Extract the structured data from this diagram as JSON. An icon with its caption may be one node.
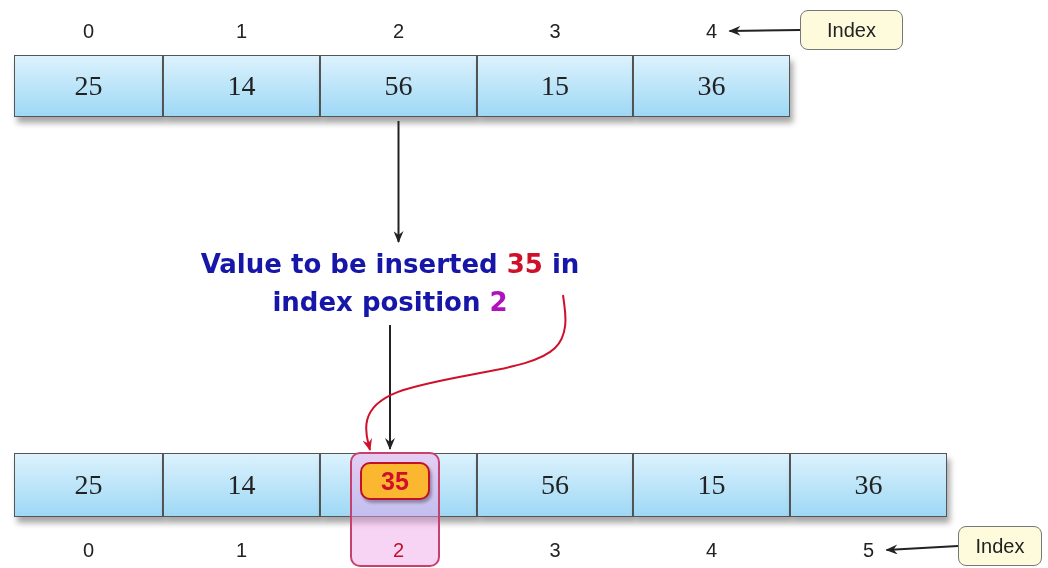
{
  "diagram": {
    "nodes": [
      {
        "text": [
          "0"
        ]
      },
      {
        "text": [
          "1"
        ]
      },
      {
        "text": [
          "2"
        ]
      },
      {
        "text": [
          "3"
        ]
      },
      {
        "text": [
          "4"
        ]
      },
      {
        "text": [
          "Index"
        ]
      },
      {
        "text": [
          "25"
        ]
      },
      {
        "text": [
          "14"
        ]
      },
      {
        "text": [
          "56"
        ]
      },
      {
        "text": [
          "15"
        ]
      },
      {
        "text": [
          "36"
        ]
      },
      {
        "text": [
          "Value to be inserted **35** in index position **2**"
        ]
      },
      {
        "text": [
          "25"
        ]
      },
      {
        "text": [
          "14"
        ]
      },
      {
        "text": [],
        "shape": "box"
      },
      {
        "text": [
          "56"
        ]
      },
      {
        "text": [
          "15"
        ]
      },
      {
        "text": [
          "36"
        ]
      },
      {
        "text": [],
        "shape": "box"
      },
      {
        "text": [
          "35"
        ]
      },
      {
        "text": [
          "0"
        ]
      },
      {
        "text": [
          "1"
        ]
      },
      {
        "text": [
          "2"
        ],
        "in": 18
      },
      {
        "text": [
          "3"
        ]
      },
      {
        "text": [
          "4"
        ]
      },
      {
        "text": [
          "5"
        ]
      },
      {
        "text": [
          "Index"
        ]
      }
    ],
    "edges": [
      {
        "from": 5,
        "to": 4,
        "arrow": "to"
      },
      {
        "from": 8,
        "to": 11,
        "arrow": "to"
      },
      {
        "from": 11,
        "to": 18,
        "arrow": "to"
      },
      {
        "from": 11,
        "to": 18,
        "arrow": "to",
        "color": "#d0102a"
      },
      {
        "from": 26,
        "to": 25,
        "arrow": "to"
      }
    ]
  }
}
